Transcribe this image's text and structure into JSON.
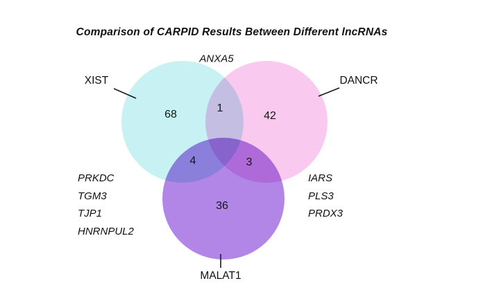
{
  "title": "Comparison of CARPID Results Between Different lncRNAs",
  "colors": {
    "xist_circle": "#c7f1f2",
    "dancr_circle": "#fac9ef",
    "malat1_circle": "#b186e7",
    "leader_line": "#1a1a1a"
  },
  "venn": {
    "sets": [
      {
        "label": "XIST",
        "count": 68,
        "color": "#c7f1f2"
      },
      {
        "label": "DANCR",
        "count": 42,
        "color": "#fac9ef"
      },
      {
        "label": "MALAT1",
        "count": 36,
        "color": "#b186e7"
      }
    ],
    "overlaps": [
      {
        "between": "XIST-DANCR",
        "count": 1,
        "genes": [
          "ANXA5"
        ]
      },
      {
        "between": "XIST-MALAT1",
        "count": 4,
        "genes": [
          "PRKDC",
          "TGM3",
          "TJP1",
          "HNRNPUL2"
        ]
      },
      {
        "between": "DANCR-MALAT1",
        "count": 3,
        "genes": [
          "IARS",
          "PLS3",
          "PRDX3"
        ]
      }
    ]
  }
}
